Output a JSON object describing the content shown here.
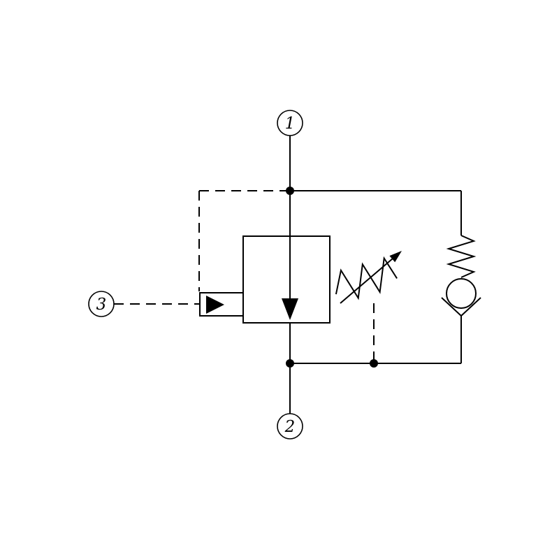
{
  "diagram": {
    "type": "hydraulic-valve-schematic",
    "background_color": "#ffffff",
    "line_color": "#000000",
    "ports": [
      {
        "id": "port-1",
        "label": "1",
        "position": "top"
      },
      {
        "id": "port-2",
        "label": "2",
        "position": "bottom"
      },
      {
        "id": "port-3",
        "label": "3",
        "position": "left"
      }
    ],
    "components": {
      "main_valve": "normally-closed-poppet-valve-icon",
      "flow_arrow": "downward-flow-arrow-icon",
      "pilot_actuator": "pilot-pressure-triangle-icon",
      "adjustable_spring": "adjustable-spring-with-arrow-icon",
      "check_valve": "spring-loaded-check-valve-icon",
      "pilot_lines": "dashed-pilot-line",
      "junctions": "connection-dot"
    }
  }
}
